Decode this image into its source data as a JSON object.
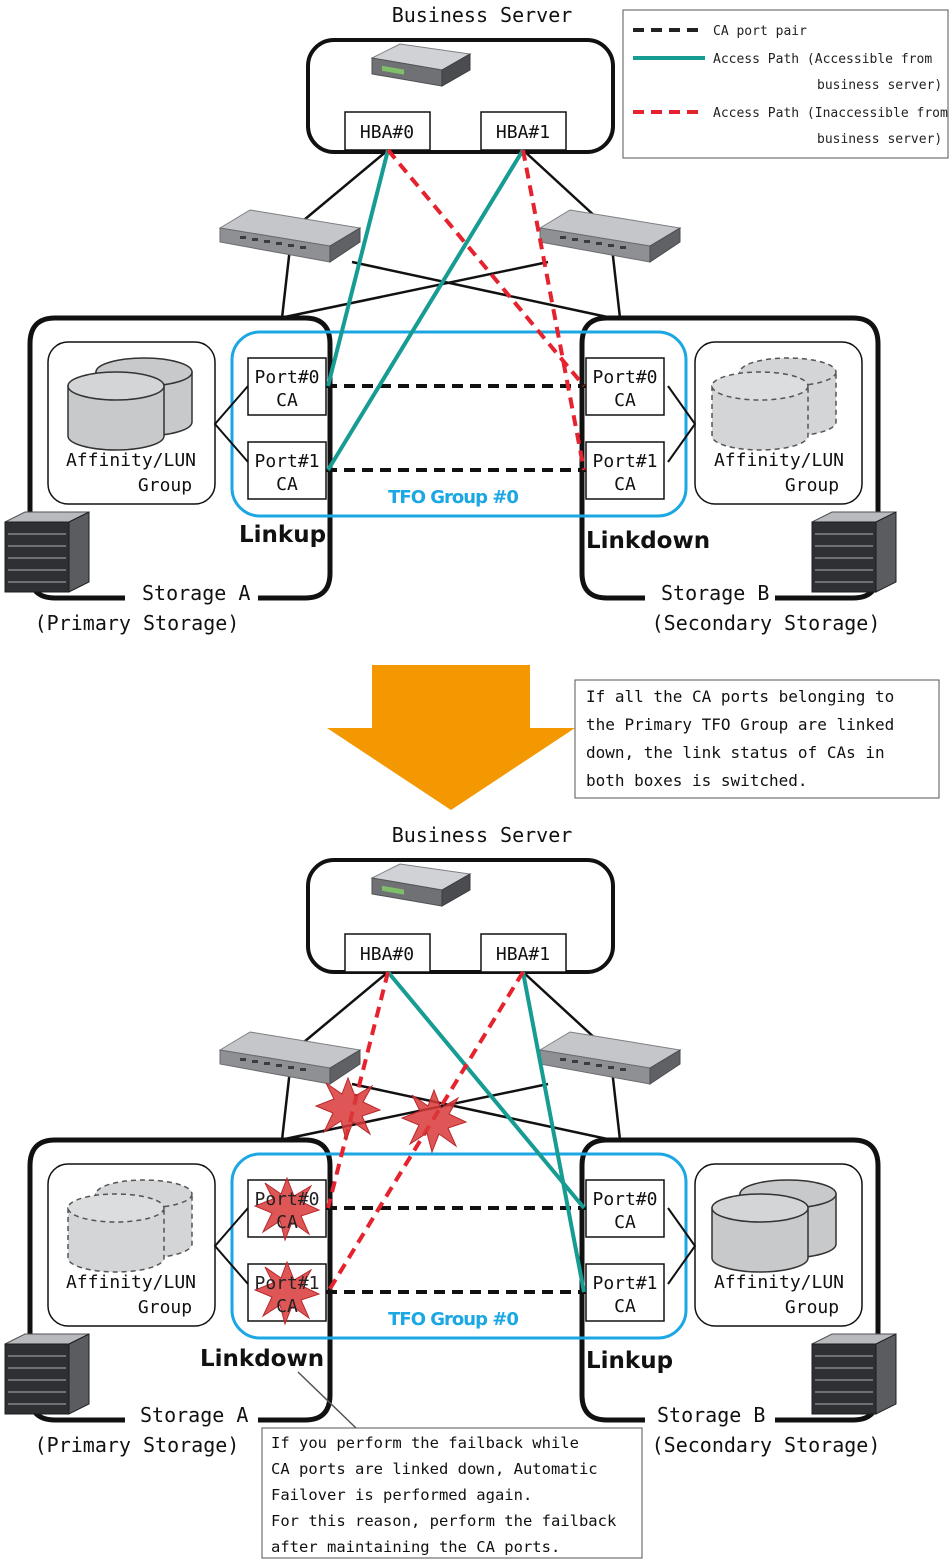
{
  "legend": {
    "ca_port_pair": "CA port pair",
    "accessible_line1": "Access Path (Accessible from",
    "accessible_line2": "business server)",
    "inaccessible_line1": "Access Path (Inaccessible from",
    "inaccessible_line2": "business server)"
  },
  "colors": {
    "accessible": "#169c92",
    "inaccessible": "#e5222d",
    "tfo_group": "#1aa7e4",
    "arrow": "#f39800",
    "failure": "#d9383a"
  },
  "top": {
    "server_title": "Business Server",
    "hba0": "HBA#0",
    "hba1": "HBA#1",
    "port0": "Port#0",
    "port1": "Port#1",
    "ca": "CA",
    "affinity": "Affinity/LUN",
    "group": "Group",
    "tfo": "TFO Group #0",
    "left_status": "Linkup",
    "right_status": "Linkdown",
    "storage_a": "Storage A",
    "storage_a_role": "(Primary Storage)",
    "storage_b": "Storage B",
    "storage_b_role": "(Secondary Storage)"
  },
  "switch_note": {
    "line1": "If all the CA ports belonging to",
    "line2": "the Primary TFO Group are linked",
    "line3": "down, the link status of CAs in",
    "line4": "both boxes is switched."
  },
  "bottom": {
    "server_title": "Business Server",
    "hba0": "HBA#0",
    "hba1": "HBA#1",
    "port0": "Port#0",
    "port1": "Port#1",
    "ca": "CA",
    "affinity": "Affinity/LUN",
    "group": "Group",
    "tfo": "TFO Group #0",
    "left_status": "Linkdown",
    "right_status": "Linkup",
    "storage_a": "Storage A",
    "storage_a_role": "(Primary Storage)",
    "storage_b": "Storage B",
    "storage_b_role": "(Secondary Storage)"
  },
  "failback_note": {
    "line1": "If you perform the failback while",
    "line2": "CA ports are linked down, Automatic",
    "line3": "Failover is performed again.",
    "line4": "For this reason, perform the failback",
    "line5": "after maintaining the CA ports."
  }
}
